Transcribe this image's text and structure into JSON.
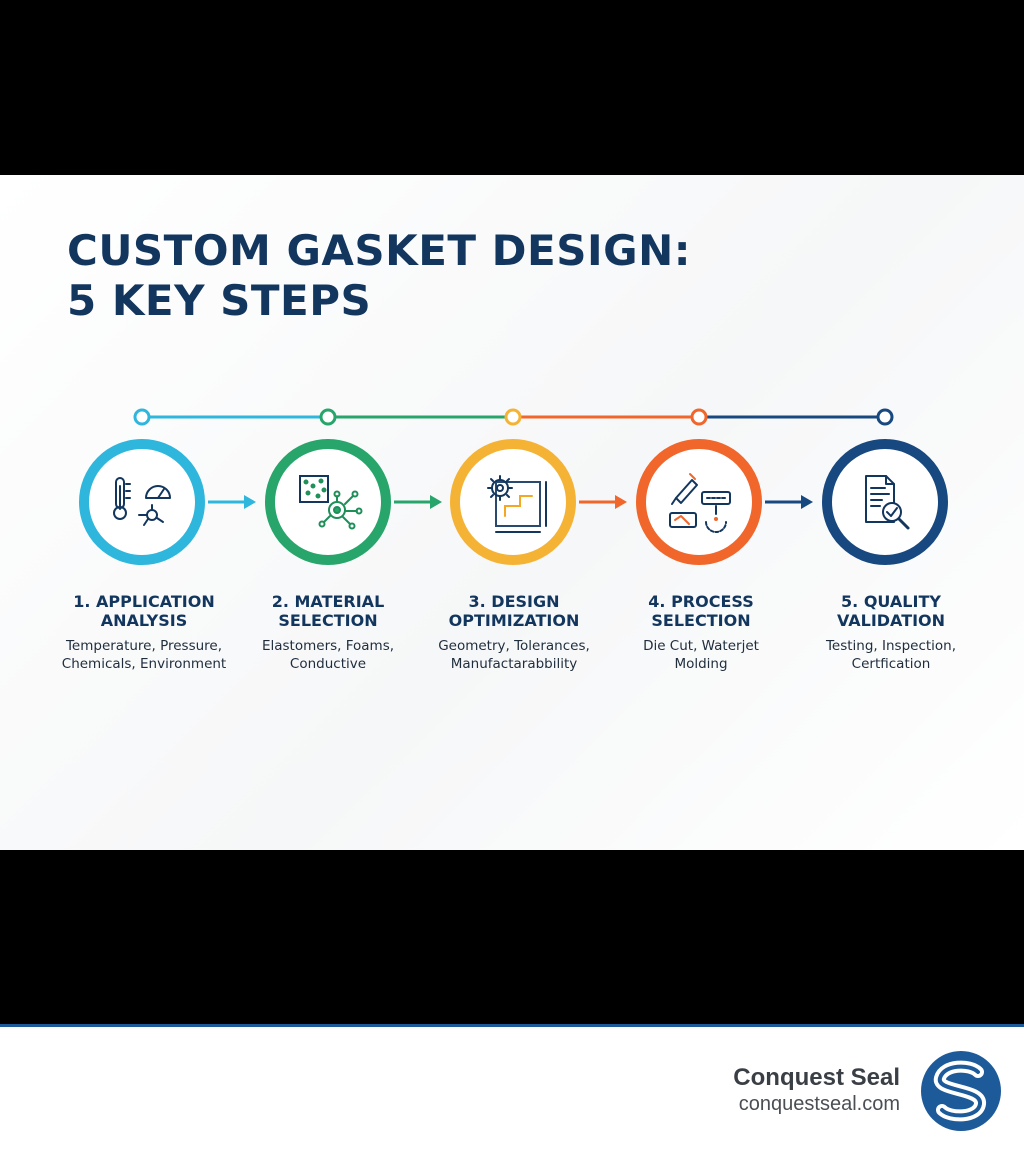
{
  "title": {
    "line1": "CUSTOM GASKET DESIGN:",
    "line2": "5 KEY STEPS"
  },
  "colors": {
    "title": "#12365e",
    "step1": "#2fb6dd",
    "step2": "#27a56a",
    "step3": "#f5b335",
    "step4": "#f0662b",
    "step5": "#184880",
    "brand_blue": "#1d5a9a"
  },
  "steps": [
    {
      "title_line1": "1. APPLICATION",
      "title_line2": "ANALYSIS",
      "desc_line1": "Temperature, Pressure,",
      "desc_line2": "Chemicals, Environment",
      "icon": "thermometer-gauge-icon"
    },
    {
      "title_line1": "2. MATERIAL",
      "title_line2": "SELECTION",
      "desc_line1": "Elastomers, Foams,",
      "desc_line2": "Conductive",
      "icon": "material-network-icon"
    },
    {
      "title_line1": "3. DESIGN",
      "title_line2": "OPTIMIZATION",
      "desc_line1": "Geometry, Tolerances,",
      "desc_line2": "Manufactarabbility",
      "icon": "gear-blueprint-icon"
    },
    {
      "title_line1": "4. PROCESS",
      "title_line2": "SELECTION",
      "desc_line1": "Die Cut, Waterjet",
      "desc_line2": "Molding",
      "icon": "cutting-tools-icon"
    },
    {
      "title_line1": "5. QUALITY",
      "title_line2": "VALIDATION",
      "desc_line1": "Testing, Inspection,",
      "desc_line2": "Certfication",
      "icon": "document-magnifier-icon"
    }
  ],
  "brand": {
    "name": "Conquest Seal",
    "url": "conquestseal.com",
    "logo_icon": "conquest-seal-logo-icon"
  }
}
